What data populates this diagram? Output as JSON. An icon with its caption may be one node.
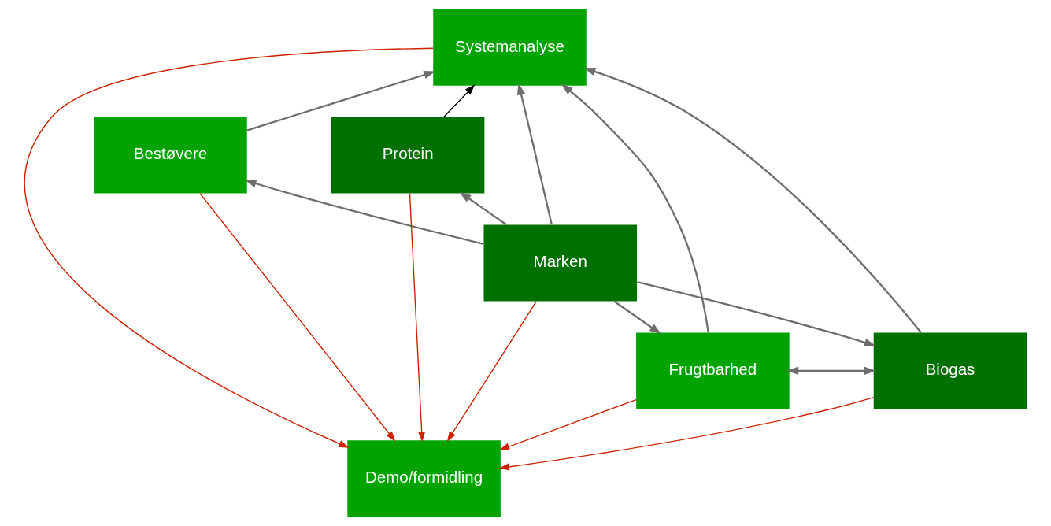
{
  "diagram": {
    "nodes": [
      {
        "text": [
          "Systemanalyse"
        ]
      },
      {
        "text": [
          "Bestøvere"
        ]
      },
      {
        "text": [
          "Protein"
        ]
      },
      {
        "text": [
          "Marken"
        ]
      },
      {
        "text": [
          "Frugtbarhed"
        ]
      },
      {
        "text": [
          "Biogas"
        ]
      },
      {
        "text": [
          "Demo/formidling"
        ]
      }
    ],
    "edges": [
      {
        "from": 1,
        "to": 0,
        "arrow": "to"
      },
      {
        "from": 4,
        "to": 0,
        "arrow": "to"
      },
      {
        "from": 3,
        "to": 0,
        "arrow": "to"
      },
      {
        "from": 2,
        "to": 0,
        "arrow": "to",
        "color": "#000000"
      },
      {
        "from": 5,
        "to": 0,
        "arrow": "to"
      },
      {
        "from": 3,
        "to": 1,
        "arrow": "to"
      },
      {
        "from": 3,
        "to": 2,
        "arrow": "to"
      },
      {
        "from": 3,
        "to": 4,
        "arrow": "to"
      },
      {
        "from": 3,
        "to": 5,
        "arrow": "to"
      },
      {
        "from": 4,
        "to": 5,
        "arrow": "both"
      },
      {
        "from": 0,
        "to": 6,
        "arrow": "to",
        "color": "#cc2200"
      },
      {
        "from": 1,
        "to": 6,
        "arrow": "to",
        "color": "#cc2200"
      },
      {
        "from": 3,
        "to": 6,
        "arrow": "to",
        "color": "#cc2200"
      },
      {
        "from": 2,
        "to": 6,
        "arrow": "to",
        "color": "#cc2200"
      },
      {
        "from": 4,
        "to": 6,
        "arrow": "to",
        "color": "#cc2200"
      },
      {
        "from": 5,
        "to": 6,
        "arrow": "to",
        "color": "#cc2200"
      }
    ]
  }
}
